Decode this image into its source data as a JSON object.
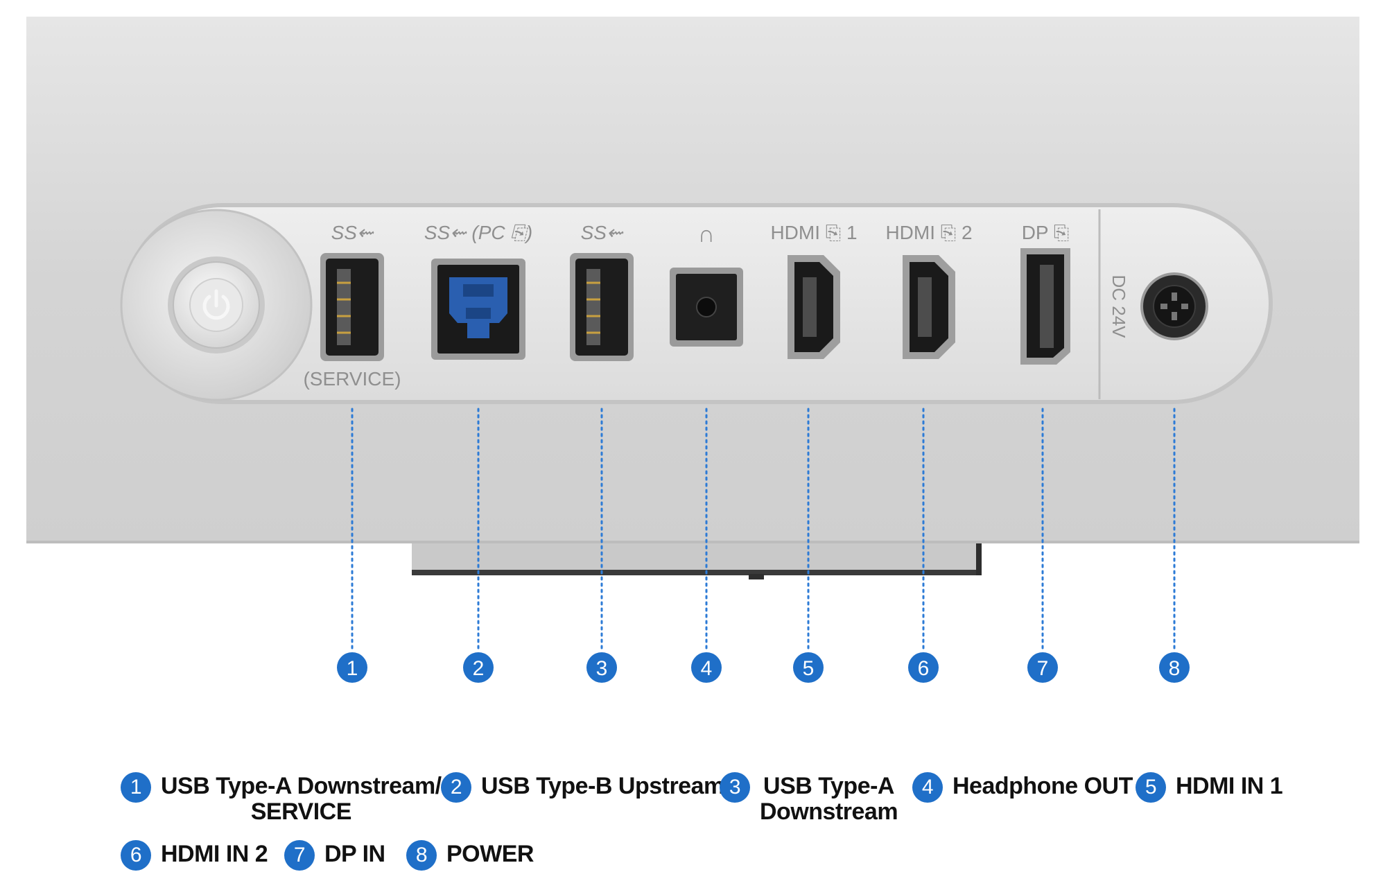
{
  "colors": {
    "accent": "#1f6fc8",
    "housing": "#d7d7d7",
    "panel": "#e4e4e4",
    "usb_blue": "#2a5fb0"
  },
  "panel_markings": {
    "usb1": "SS⇜",
    "usb2": "SS⇜ (PC ⎘)",
    "usb3": "SS⇜",
    "headphone": "∩",
    "hdmi1": "HDMI ⎘ 1",
    "hdmi2": "HDMI ⎘ 2",
    "dp": "DP ⎘",
    "service": "(SERVICE)",
    "power_input": "DC 24V"
  },
  "icons": {
    "power_button": "power-icon",
    "headphone": "headphone-icon"
  },
  "callouts": [
    "1",
    "2",
    "3",
    "4",
    "5",
    "6",
    "7",
    "8"
  ],
  "legend": [
    {
      "num": "1",
      "label": "USB Type-A Downstream/\nSERVICE"
    },
    {
      "num": "2",
      "label": "USB Type-B Upstream"
    },
    {
      "num": "3",
      "label": "USB Type-A\nDownstream"
    },
    {
      "num": "4",
      "label": "Headphone OUT"
    },
    {
      "num": "5",
      "label": "HDMI IN 1"
    },
    {
      "num": "6",
      "label": "HDMI IN 2"
    },
    {
      "num": "7",
      "label": "DP IN"
    },
    {
      "num": "8",
      "label": "POWER"
    }
  ]
}
